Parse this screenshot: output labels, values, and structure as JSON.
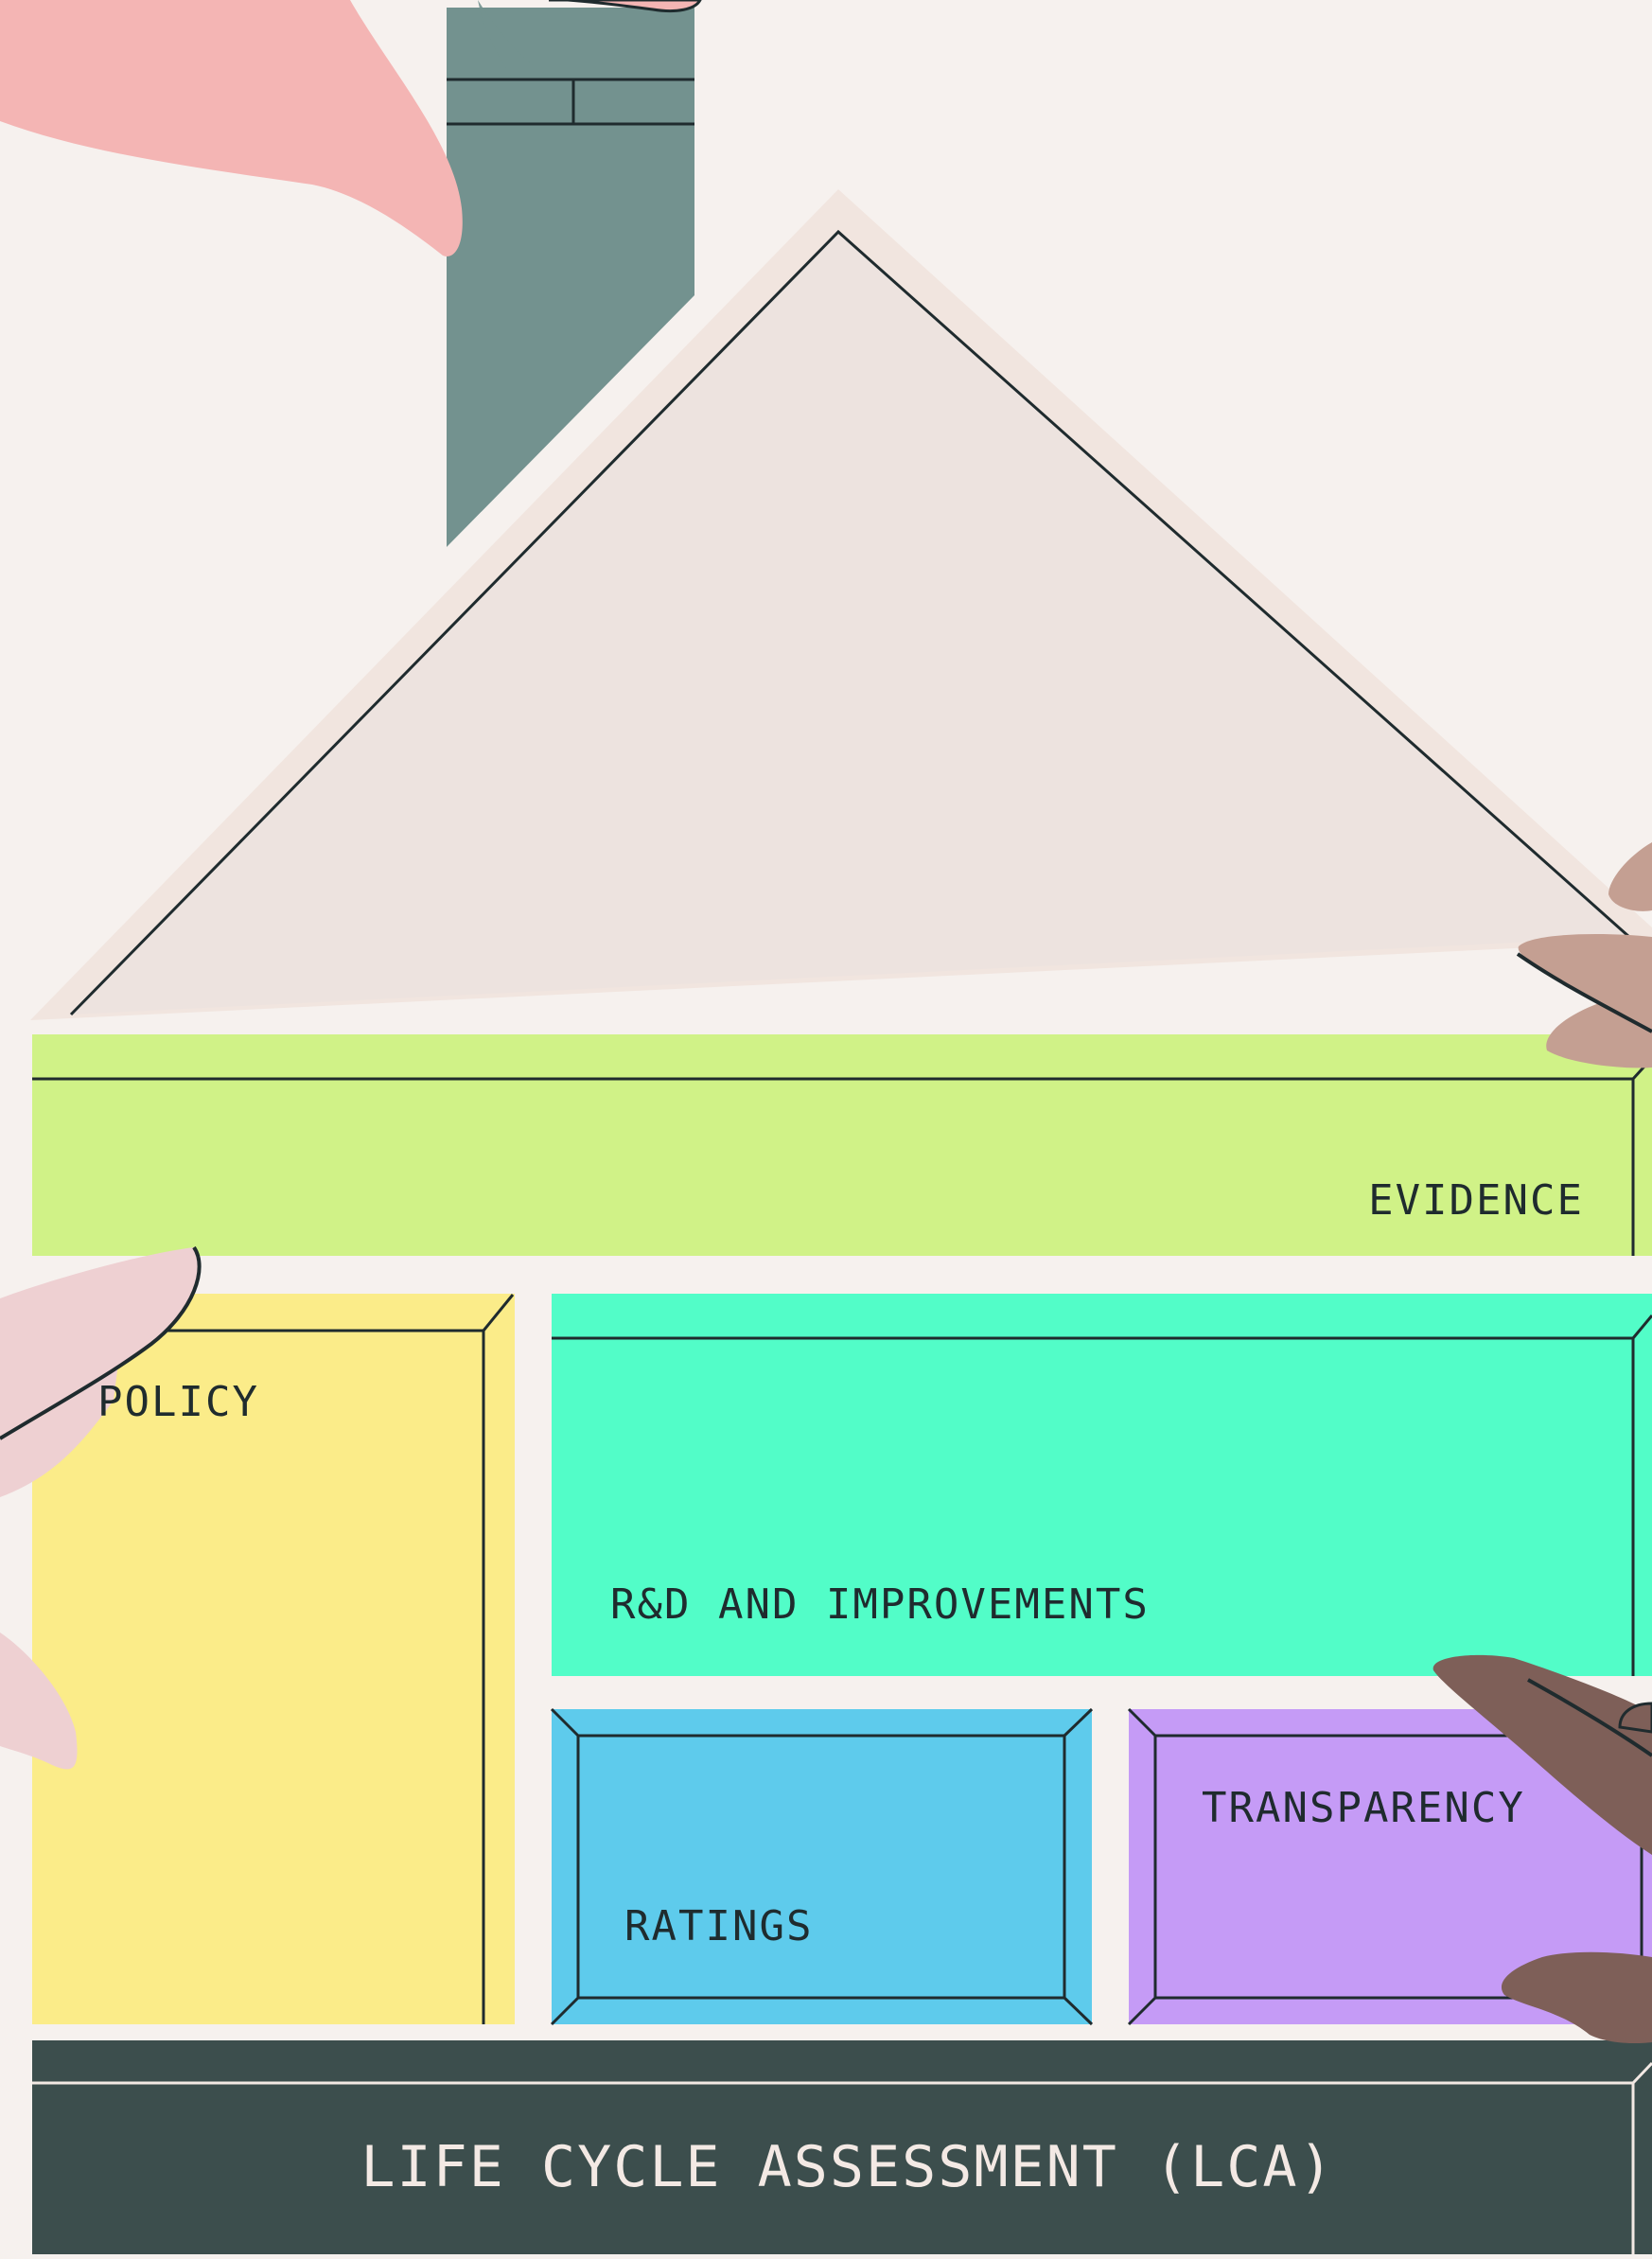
{
  "diagram": {
    "blocks": {
      "evidence": "EVIDENCE",
      "policy": "POLICY",
      "rd": "R&D AND IMPROVEMENTS",
      "ratings": "RATINGS",
      "transparency": "TRANSPARENCY",
      "lca": "LIFE CYCLE ASSESSMENT (LCA)"
    }
  },
  "colors": {
    "background": "#f6f1ee",
    "roof": "#ede3df",
    "roof_outline": "#f1e5df",
    "chimney": "#73928f",
    "evidence": "#d0f287",
    "policy": "#fbec89",
    "rd": "#52fdc8",
    "ratings": "#5ecbec",
    "transparency": "#c59bf6",
    "foundation": "#3c4e4d",
    "foundation_text": "#f3e9e4",
    "line": "#1f2b2e",
    "hand_pink": "#f4b5b4",
    "hand_light_pink": "#eed0d2",
    "hand_tan": "#c49f92",
    "hand_brown": "#7e5f58"
  }
}
